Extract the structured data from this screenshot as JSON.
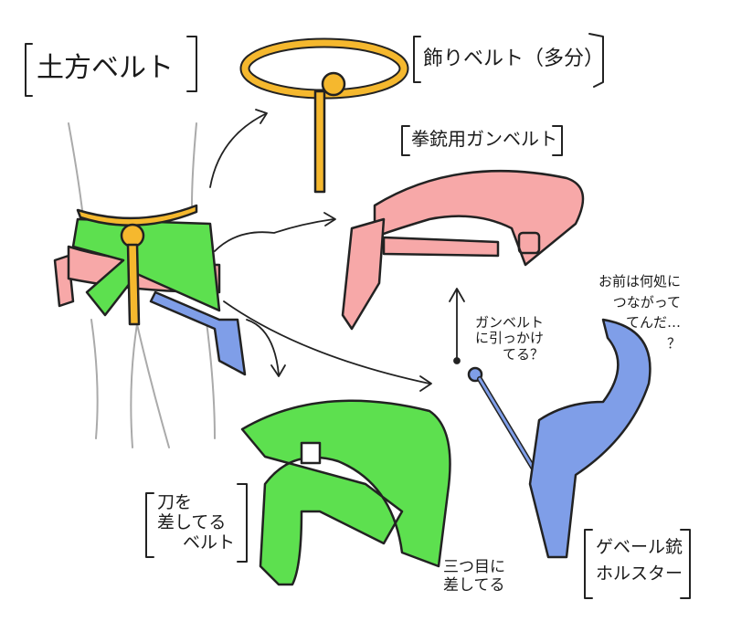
{
  "labels": {
    "main_title": "土方ベルト",
    "decorative_belt": "飾りベルト（多分）",
    "gun_belt": "拳銃用ガンベルト",
    "question_line1": "お前は何処に",
    "question_line2": "つながって",
    "question_line3": "てんだ…",
    "question_mark": "？",
    "hook_line1": "ガンベルト",
    "hook_line2": "に引っかけ",
    "hook_line3": "てる？",
    "sword_line1": "刀を",
    "sword_line2": "差してる",
    "sword_line3": "ベルト",
    "third_line1": "三つ目に",
    "third_line2": "差してる",
    "holster_line1": "ゲベール銃",
    "holster_line2": "ホルスター"
  },
  "colors": {
    "yellow": "#f5b82e",
    "pink": "#f7a8a8",
    "green": "#5de04f",
    "blue": "#7f9ee8",
    "line": "#222222"
  }
}
